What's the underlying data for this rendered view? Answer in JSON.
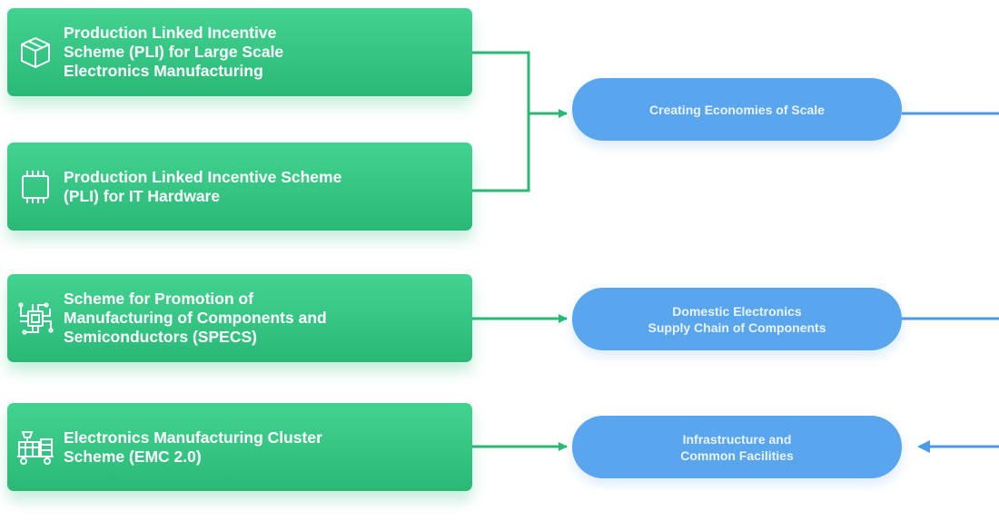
{
  "colors": {
    "scheme_box": "#2ec07f",
    "outcome_box": "#5aa6ee",
    "green_arrow": "#2bb873",
    "blue_arrow": "#4a9ae8"
  },
  "schemes": [
    {
      "icon": "package-box-icon",
      "lines": [
        "Production Linked Incentive",
        "Scheme (PLI) for Large Scale",
        "Electronics Manufacturing"
      ]
    },
    {
      "icon": "chip-icon",
      "lines": [
        "Production Linked Incentive Scheme",
        "(PLI) for IT Hardware"
      ]
    },
    {
      "icon": "circuit-board-icon",
      "lines": [
        "Scheme for Promotion of",
        "Manufacturing of Components and",
        "Semiconductors (SPECS)"
      ]
    },
    {
      "icon": "factory-icon",
      "lines": [
        "Electronics Manufacturing Cluster",
        "Scheme (EMC 2.0)"
      ]
    }
  ],
  "outcomes": [
    {
      "lines": [
        "Creating Economies of Scale"
      ]
    },
    {
      "lines": [
        "Domestic Electronics",
        "Supply Chain of Components"
      ]
    },
    {
      "lines": [
        "Infrastructure and",
        "Common Facilities"
      ]
    }
  ]
}
